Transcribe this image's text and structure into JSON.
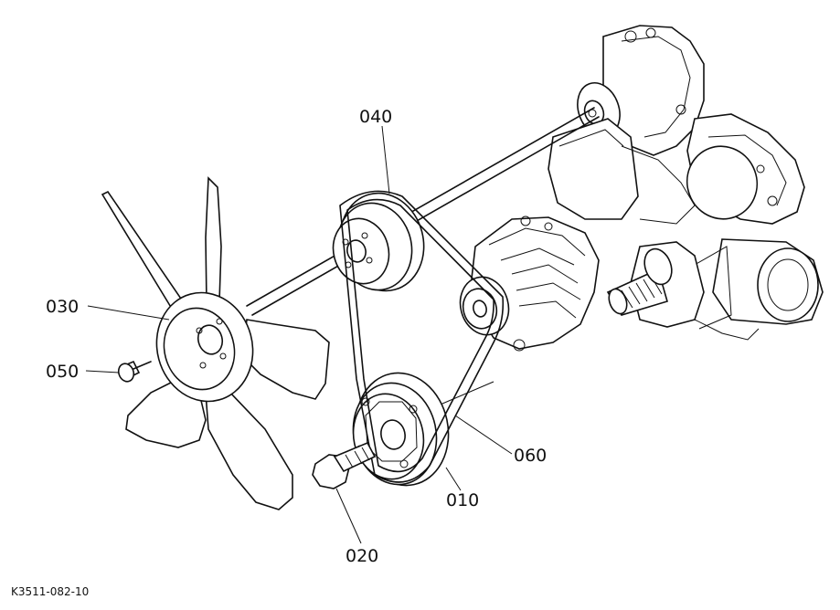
{
  "callouts": {
    "fan": "030",
    "fan_bolt": "050",
    "v_belt": "040",
    "crank_pulley": "010",
    "pulley_bolt": "020",
    "belt_tension_label": "060"
  },
  "drawing_reference": "K3511-082-10",
  "colors": {
    "line": "#111111",
    "background": "#ffffff"
  }
}
